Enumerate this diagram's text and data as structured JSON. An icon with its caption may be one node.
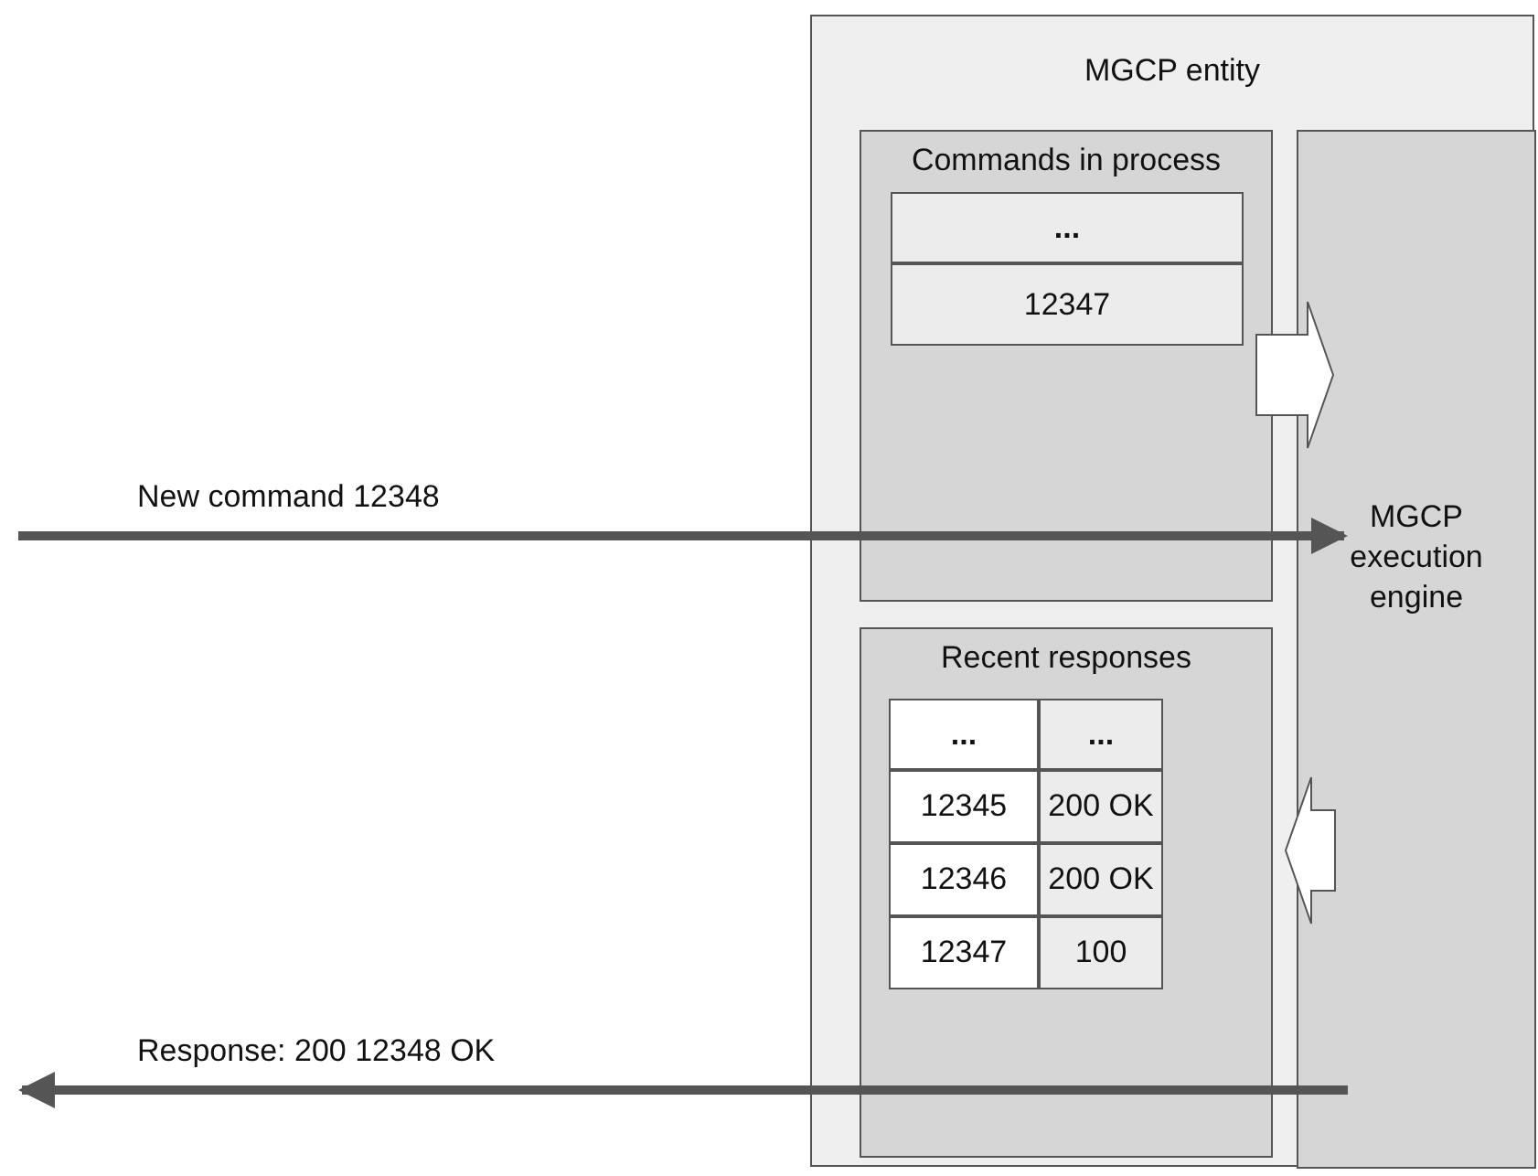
{
  "diagram": {
    "nodes": [
      {
        "text": [
          "MGCP entity"
        ]
      },
      {
        "text": [
          "Commands in process"
        ],
        "in": 0
      },
      {
        "text": [
          "..."
        ],
        "in": 1
      },
      {
        "text": [
          "12347"
        ],
        "in": 1
      },
      {
        "text": [
          "MGCP execution engine"
        ],
        "in": 0
      },
      {
        "text": [
          "Recent responses"
        ],
        "in": 0
      },
      {
        "text": [
          "..."
        ],
        "in": 5
      },
      {
        "text": [
          "..."
        ],
        "in": 5
      },
      {
        "text": [
          "12345"
        ],
        "in": 5
      },
      {
        "text": [
          "200 OK"
        ],
        "in": 5
      },
      {
        "text": [
          "12346"
        ],
        "in": 5
      },
      {
        "text": [
          "200 OK"
        ],
        "in": 5
      },
      {
        "text": [
          "12347"
        ],
        "in": 5
      },
      {
        "text": [
          "100"
        ],
        "in": 5
      }
    ],
    "edges": [
      {
        "from": 1,
        "to": 4,
        "arrow": "to"
      },
      {
        "from": 4,
        "to": 5,
        "arrow": "to"
      },
      {
        "from": null,
        "to": 4,
        "arrow": "to",
        "label": "New command 12348"
      },
      {
        "from": 4,
        "to": null,
        "arrow": "to",
        "label": "Response: 200 12348 OK"
      }
    ]
  }
}
